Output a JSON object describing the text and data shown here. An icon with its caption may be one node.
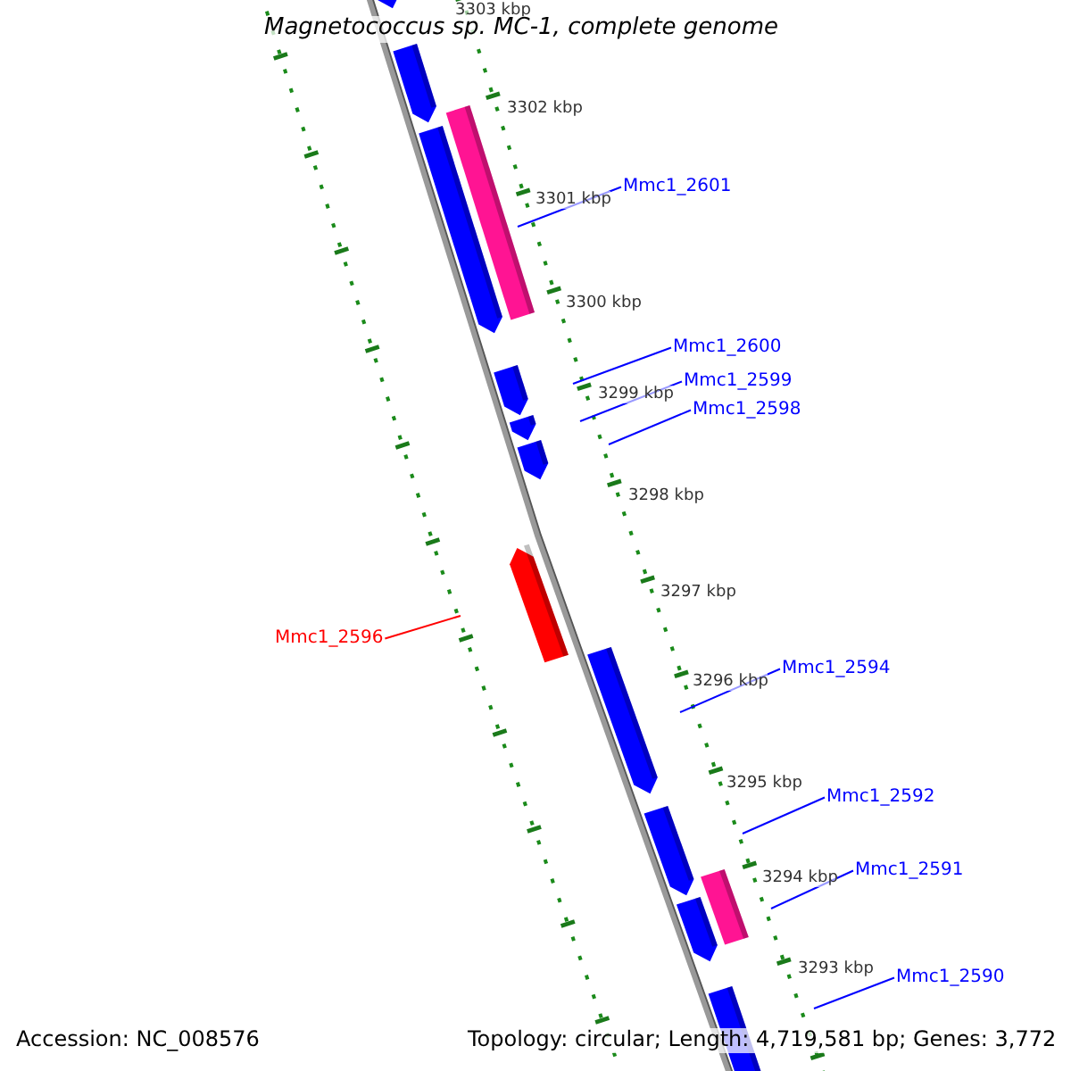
{
  "diagram": {
    "title": "Magnetococcus sp. MC-1, complete genome",
    "nodes": [
      {
        "text": [
          "Mmc1_2601"
        ]
      },
      {
        "text": [
          "Mmc1_2600"
        ]
      },
      {
        "text": [
          "Mmc1_2599"
        ]
      },
      {
        "text": [
          "Mmc1_2598"
        ]
      },
      {
        "text": [
          "Mmc1_2596"
        ]
      },
      {
        "text": [
          "Mmc1_2594"
        ]
      },
      {
        "text": [
          "Mmc1_2592"
        ]
      },
      {
        "text": [
          "Mmc1_2591"
        ]
      },
      {
        "text": [
          "Mmc1_2590"
        ]
      }
    ],
    "edges": [
      {
        "from": 0,
        "to": null,
        "arrow": "none"
      },
      {
        "from": 1,
        "to": null,
        "arrow": "none"
      },
      {
        "from": 2,
        "to": null,
        "arrow": "none"
      },
      {
        "from": 3,
        "to": null,
        "arrow": "none"
      },
      {
        "from": 4,
        "to": null,
        "arrow": "none",
        "color": "#ff0000"
      },
      {
        "from": 5,
        "to": null,
        "arrow": "none"
      },
      {
        "from": 6,
        "to": null,
        "arrow": "none"
      },
      {
        "from": 7,
        "to": null,
        "arrow": "none"
      },
      {
        "from": 8,
        "to": null,
        "arrow": "none"
      }
    ],
    "labels": [
      "3303 kbp",
      "3302 kbp",
      "3301 kbp",
      "3300 kbp",
      "3299 kbp",
      "3298 kbp",
      "3297 kbp",
      "3296 kbp",
      "3295 kbp",
      "3294 kbp",
      "3293 kbp",
      "Accession: NC_008576",
      "Topology: circular; Length: 4,719,581 bp; Genes: 3,772"
    ]
  }
}
